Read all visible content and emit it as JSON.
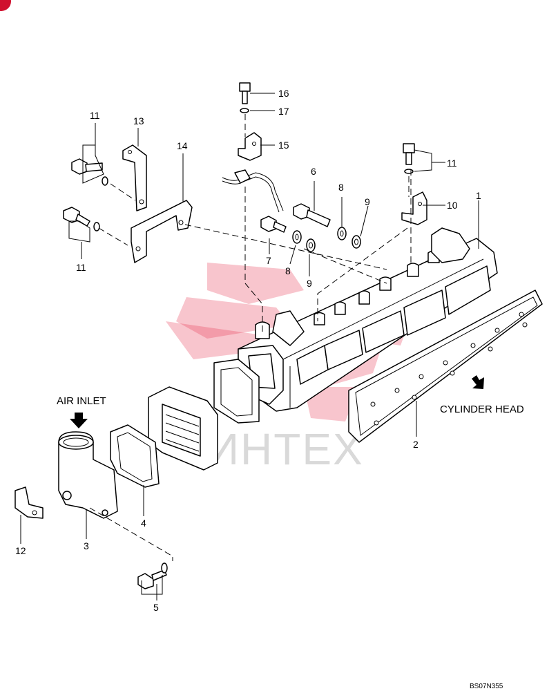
{
  "captions": {
    "air_inlet": "AIR INLET",
    "cylinder_head": "CYLINDER HEAD"
  },
  "callouts": {
    "c1": "1",
    "c2": "2",
    "c3": "3",
    "c4": "4",
    "c5": "5",
    "c6": "6",
    "c7": "7",
    "c8a": "8",
    "c8b": "8",
    "c9a": "9",
    "c9b": "9",
    "c10": "10",
    "c11a": "11",
    "c11b": "11",
    "c11c": "11",
    "c12": "12",
    "c13": "13",
    "c14": "14",
    "c15": "15",
    "c16": "16",
    "c17": "17"
  },
  "drawing_code": "BS07N355",
  "watermark_text": "ИНТЕХ",
  "colors": {
    "watermark": "#e5304a",
    "corner_mark": "#d0102e"
  }
}
